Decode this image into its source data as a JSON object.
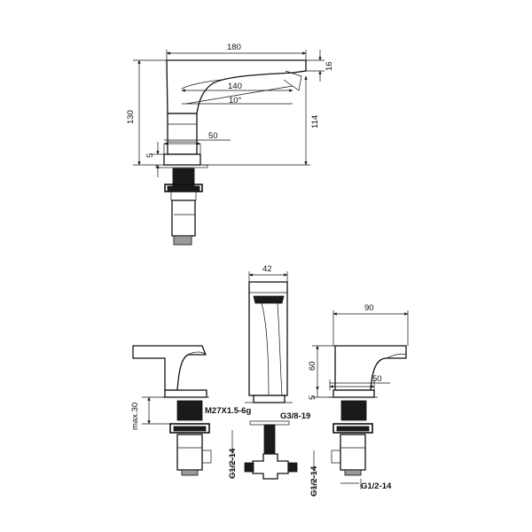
{
  "top_view": {
    "dim_overall_length": "180",
    "dim_spout_reach": "140",
    "dim_spout_angle": "10°",
    "dim_spout_thickness": "16",
    "dim_spout_height": "114",
    "dim_total_height": "130",
    "dim_base_diameter": "50",
    "dim_base_thickness": "5"
  },
  "bottom_view": {
    "dim_spout_width": "42",
    "dim_handle_length": "90",
    "dim_handle_height": "60",
    "dim_handle_base": "50",
    "dim_handle_base_thickness": "5",
    "dim_max_deck": "max.30",
    "thread_mount": "M27X1.5-6g",
    "thread_spout": "G3/8-19",
    "thread_inlet_left": "G1/2-14",
    "thread_inlet_center": "G1/2-14",
    "thread_inlet_right": "G1/2-14"
  },
  "colors": {
    "line": "#111111",
    "fill_dark": "#1a1a1a",
    "fill_gray": "#9a9a9a",
    "background": "#ffffff"
  }
}
